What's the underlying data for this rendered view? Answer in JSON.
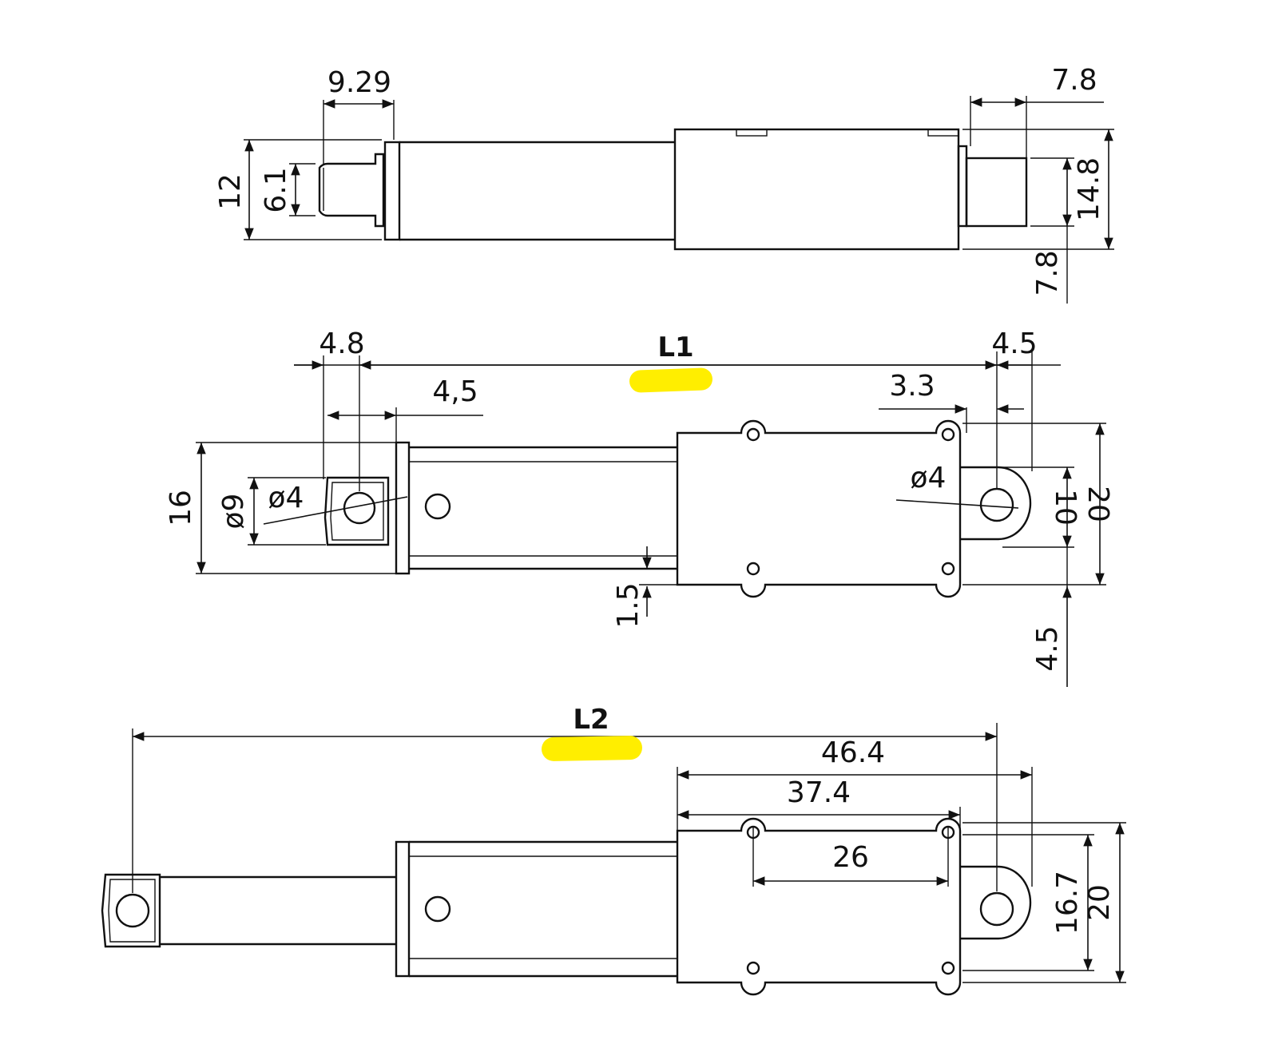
{
  "diagram": {
    "view_top": {
      "dims": {
        "rod_len": "9.29",
        "height_12": "12",
        "rod_dia": "6.1",
        "tail_len": "7.8",
        "body_h": "14.8",
        "tail_h": "7.8"
      }
    },
    "view_middle": {
      "label_l1": "L1",
      "dims": {
        "d_48": "4.8",
        "d_45a": "4,5",
        "d_45b": "4.5",
        "d_33": "3.3",
        "d_16": "16",
        "d_phi9": "ø9",
        "d_phi4a": "ø4",
        "d_phi4b": "ø4",
        "d_10": "10",
        "d_20": "20",
        "d_15": "1.5",
        "d_45c": "4.5"
      }
    },
    "view_bottom": {
      "label_l2": "L2",
      "dims": {
        "d_464": "46.4",
        "d_374": "37.4",
        "d_26": "26",
        "d_167": "16.7",
        "d_20": "20"
      }
    },
    "colors": {
      "line": "#111111",
      "highlight": "#ffee00"
    }
  }
}
